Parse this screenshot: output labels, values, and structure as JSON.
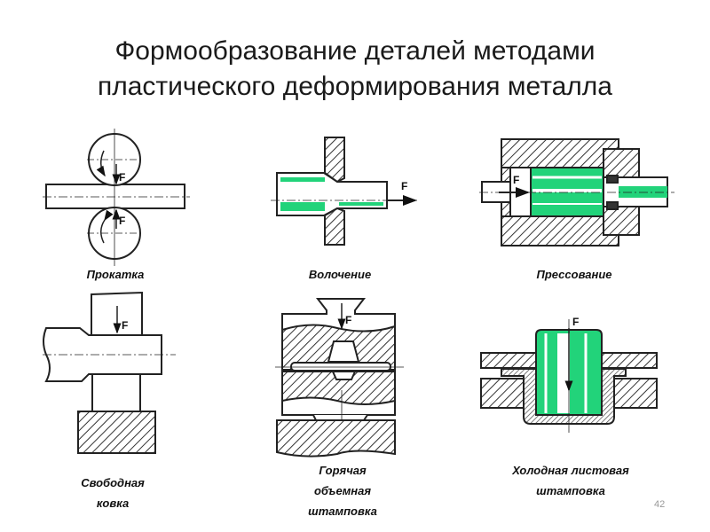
{
  "title": {
    "line1": "Формообразование деталей методами",
    "line2": "пластического деформирования металла"
  },
  "diagrams": [
    {
      "id": "rolling",
      "label_lines": [
        "Прокатка"
      ],
      "force_label": "F"
    },
    {
      "id": "drawing",
      "label_lines": [
        "Волочение"
      ],
      "force_label": "F"
    },
    {
      "id": "pressing",
      "label_lines": [
        "Прессование"
      ],
      "force_label": "F"
    },
    {
      "id": "free-forging",
      "label_lines": [
        "Свободная",
        "ковка"
      ],
      "force_label": "F"
    },
    {
      "id": "hot-die-forging",
      "label_lines": [
        "Горячая",
        "объемная",
        "штамповка"
      ],
      "force_label": "F"
    },
    {
      "id": "cold-sheet-stamping",
      "label_lines": [
        "Холодная листовая",
        "штамповка"
      ],
      "force_label": "F"
    }
  ],
  "page_number": "42",
  "colors": {
    "metal_highlight": "#22d37a",
    "line": "#222222",
    "hatch": "#333333"
  }
}
